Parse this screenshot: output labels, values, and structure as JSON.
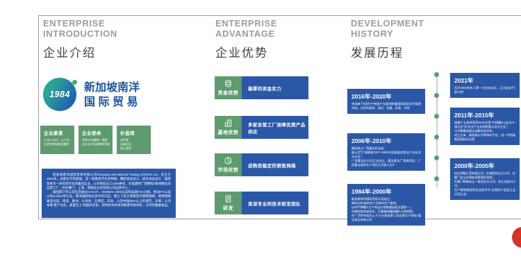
{
  "colors": {
    "green": "#5e9b6f",
    "blue": "#2b57a7",
    "teal": "#2aa496",
    "logoblue": "#2060ae",
    "navy": "#1b55a0",
    "red": "#d0362a"
  },
  "intro": {
    "title_en": "ENTERPRISE\nINTRODUCTION",
    "title_zh": "企业介绍",
    "logo": {
      "year": "1984",
      "name_line1": "新加坡南洋",
      "name_line2": "国际贸易"
    },
    "cards": [
      {
        "title": "企业愿景",
        "body": "(1984-2034、五十年)打造世界级食品集团"
      },
      {
        "title": "企业使命",
        "body": "传承1984精神，做食品行业开拓者和领军者"
      },
      {
        "title": "价值观",
        "body": "关怀者\n至诚至信\n同心逐梦"
      }
    ],
    "about": {
      "p1": "新加坡南洋国际贸易有限公司Nanyang International Trading (SG)Pte Ltd，创立于1984年，总部位于新加坡，是一家集现代农业种植、罐装食品加工、速冻食品加工、国际贸易为一体的现代化的集团企业。公司目前员工1000余名，在福建和广西拥有5家规模化的自营工厂，并在厦门、上海、海南设立有贸易公司运营中心。",
      "p2": "集团旗下的公司先后通过HACCP、ISO9001 2000认证和美国FDA注册、欧洲IFS认证以及Kosher等认证。南洋国际经过多年的沉淀，建立了庞大而稳定的销售网络，销售网络遍及北美、南美、欧洲、大洋洲、东南亚、非洲，以及中国80%以上的城市。未来，公司本着“客户为先，质量至上”的服务宗旨，将持续为各地消费者带来绿色、天然的健康食品。"
    }
  },
  "advantage": {
    "title_en": "ENTERPRISE\nADVANTAGE",
    "title_zh": "企业优势",
    "items": [
      {
        "icon": "coins-icon",
        "label": "资金优势",
        "text": "雄厚的资金实力"
      },
      {
        "icon": "factory-icon",
        "label": "基地优势",
        "text": "多家自营工厂保障优质产品供应"
      },
      {
        "icon": "pie-chart-icon",
        "label": "市场优势",
        "text": "成熟而稳定的销售网络"
      },
      {
        "icon": "document-icon",
        "label": "研发",
        "text": "资深专业的技术研发团队"
      }
    ]
  },
  "history": {
    "title_en": "DEVELOPMENT\nHISTORY",
    "title_zh": "发展历程",
    "left_events": [
      {
        "period": "2016年-2020年",
        "detail": "完成旗下5家生产制造产业基地的重组和团队迭代组建完成，分别为绿承、绿全、亮隆、旺高、中贸"
      },
      {
        "period": "2006年-2010年",
        "detail": "集团成立广西嘉宝创业园；\n被认定为“福建省2007~2008年度省级农牧业产业化龙头企业”；\n广西嘉宝总公司正式成立，嘉宝速冻厂落成剪彩，广西嘉宝速冻生产项目正式投入生产"
      },
      {
        "period": "1984年-2000年",
        "detail": "新加坡南洋国际贸易公司成立；\n建成1500亩热农产品原料生产基地；\nQ26芦笋罐头生产和出口销售量跃居全国第一；\n向美国商务部投诉，打赢美国蘑菇罐头反倾销案；\n在广西贺州投资上千万元建成第二家自营生产基地-嘉宝食品有限公司"
      }
    ],
    "right_events": [
      {
        "period": "2021年",
        "detail": "召开1984合伙人第一次全体会议，正式启动“行星计划”"
      },
      {
        "period": "2011年-2015年",
        "detail": "福建产业基地荣获2011年度“中国罐头(出口)十强企业”及“农业产业化国家重点龙头企业”；\n与中粮集团建立战略伙伴关系；\n成立日本、新加坡公司等海外平台，进一步拓展集团国际化运营"
      },
      {
        "period": "2000年-2005年",
        "detail": "成立闽榕工贸有限公司，在美国成立分公司，在厦门设立办事处经营国际贸易；\n在厦门相继成立一级货运分公司、成立进出口公司；\n生产基地被国家农业部评为“全国农产品加工业示范企业”"
      }
    ]
  }
}
